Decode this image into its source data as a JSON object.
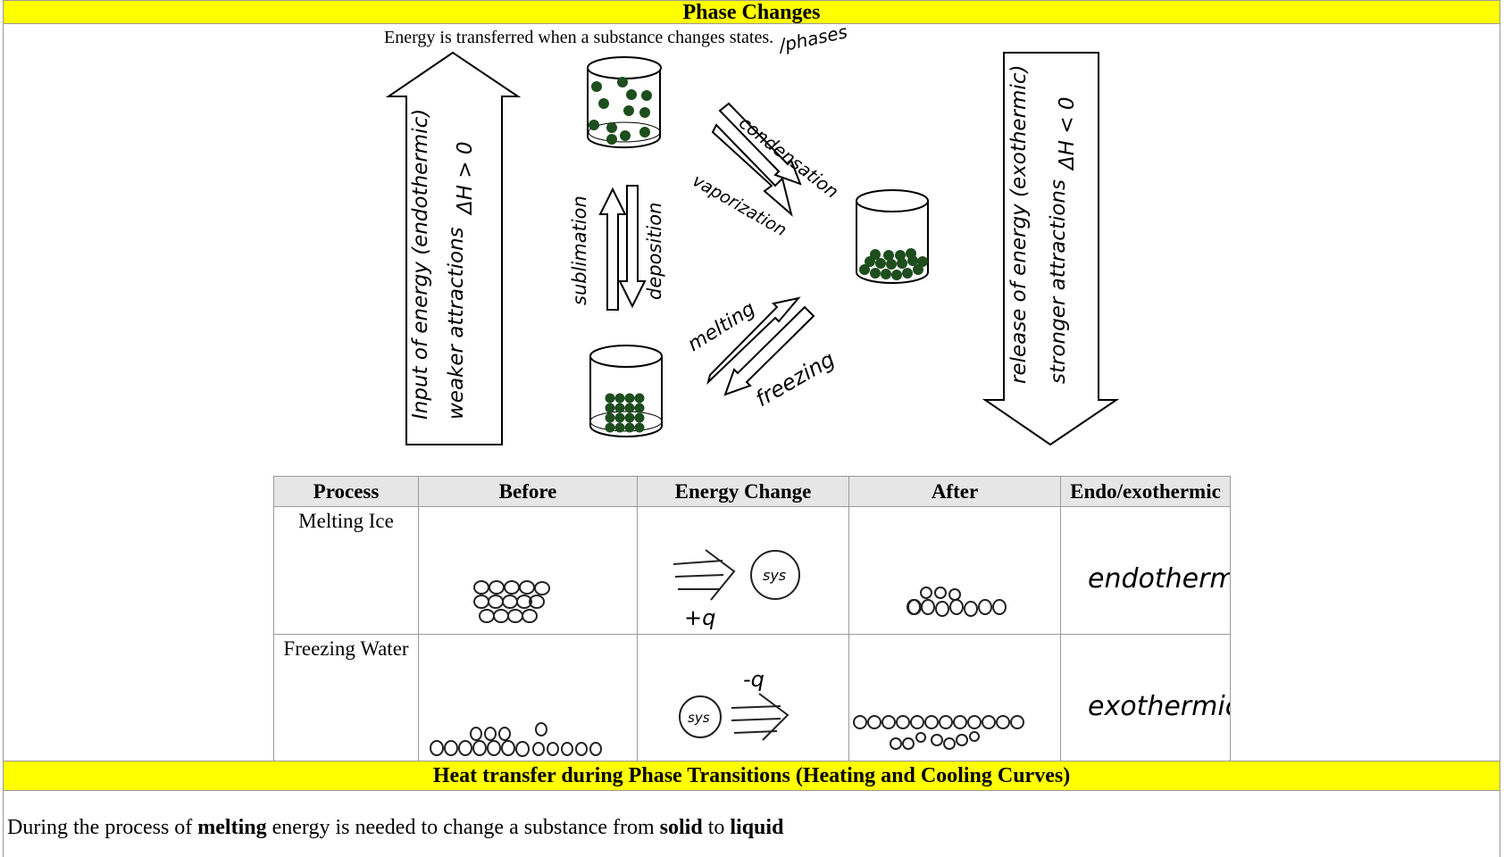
{
  "header": {
    "title": "Phase Changes"
  },
  "diagram": {
    "intro": "Energy is transferred when a substance changes states.",
    "intro_note": "/phases",
    "left_arrow": {
      "line1": "Input of energy (endothermic)",
      "line2": "weaker attractions",
      "line3": "ΔH > 0"
    },
    "right_arrow": {
      "line1": "release of energy (exothermic)",
      "line2": "stronger attractions",
      "line3": "ΔH < 0"
    },
    "process_labels": {
      "condensation": "condensation",
      "vaporization": "vaporization",
      "sublimation": "sublimation",
      "deposition": "deposition",
      "melting": "melting",
      "freezing": "freezing"
    },
    "colors": {
      "particle": "#1e4d1e",
      "highlight": "#ffff00"
    }
  },
  "table": {
    "headers": [
      "Process",
      "Before",
      "Energy Change",
      "After",
      "Endo/exothermic"
    ],
    "rows": [
      {
        "process": "Melting Ice",
        "energy_sys": "sys",
        "energy_q": "+q",
        "type": "endothermic"
      },
      {
        "process": "Freezing Water",
        "energy_sys": "sys",
        "energy_q": "-q",
        "type": "exothermic"
      }
    ]
  },
  "section2": {
    "title": "Heat transfer during Phase Transitions (Heating and Cooling Curves)"
  },
  "paragraph": {
    "t1": "During the process of ",
    "b1": "melting",
    "t2": " energy is needed to change a substance from ",
    "b2": "solid",
    "t3": " to ",
    "b3": "liquid"
  }
}
